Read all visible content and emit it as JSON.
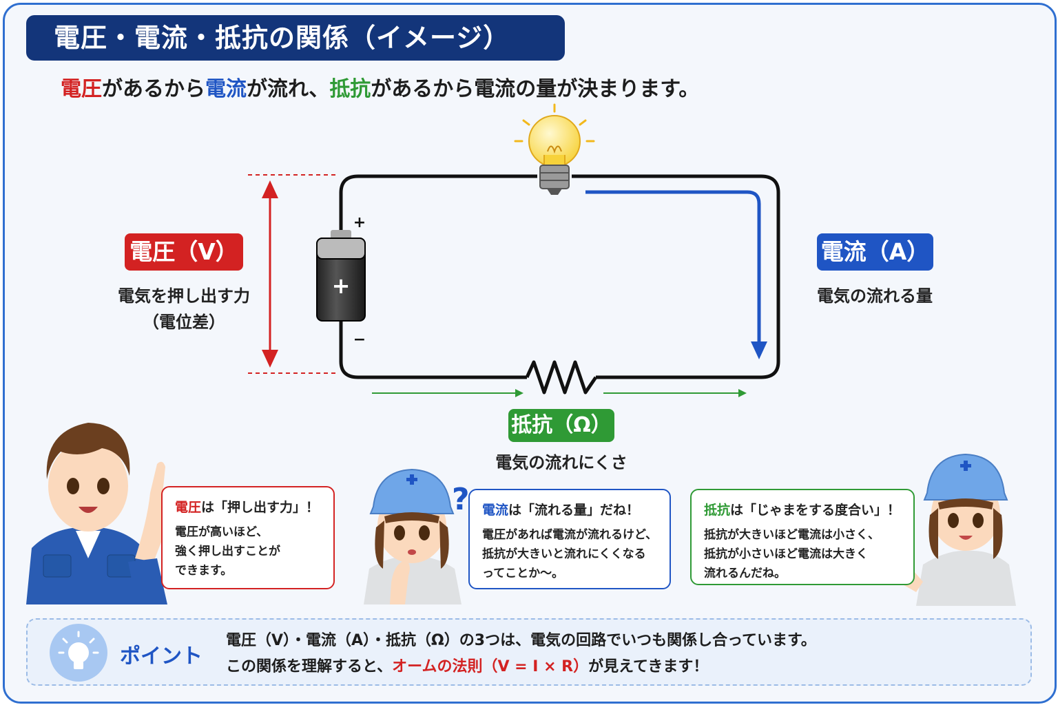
{
  "title": "電圧・電流・抵抗の関係（イメージ）",
  "subtitle": {
    "p1": "電圧",
    "p2": "があるから",
    "p3": "電流",
    "p4": "が流れ、",
    "p5": "抵抗",
    "p6": "があるから電流の量が決まります。"
  },
  "circuit": {
    "plus_terminal": "+",
    "minus_terminal": "−",
    "battery_mark": "+"
  },
  "voltage": {
    "label": "電圧（V）",
    "desc1": "電気を押し出す力",
    "desc2": "（電位差）"
  },
  "current": {
    "label": "電流（A）",
    "desc": "電気の流れる量"
  },
  "resistance": {
    "label": "抵抗（Ω）",
    "desc": "電気の流れにくさ"
  },
  "bubbles": {
    "voltage": {
      "title_key": "電圧",
      "title_rest": "は「押し出す力」！",
      "lines": [
        "電圧が高いほど、",
        "強く押し出すことが",
        "できます。"
      ]
    },
    "current": {
      "mark": "?",
      "title_key": "電流",
      "title_rest": "は「流れる量」だね！",
      "lines": [
        "電圧があれば電流が流れるけど、",
        "抵抗が大きいと流れにくくなる",
        "ってことか〜。"
      ]
    },
    "resistance": {
      "title_key": "抵抗",
      "title_rest": "は「じゃまをする度合い」！",
      "lines": [
        "抵抗が大きいほど電流は小さく、",
        "抵抗が小さいほど電流は大きく",
        "流れるんだね。"
      ]
    }
  },
  "point": {
    "label": "ポイント",
    "line1": "電圧（V）・電流（A）・抵抗（Ω）の3つは、電気の回路でいつも関係し合っています。",
    "line2_a": "この関係を理解すると、",
    "line2_b": "オームの法則（V = I × R）",
    "line2_c": "が見えてきます！"
  },
  "colors": {
    "voltage": "#d32222",
    "current": "#1f55c4",
    "resistance": "#2f9a35",
    "title_bg": "#13357a"
  }
}
